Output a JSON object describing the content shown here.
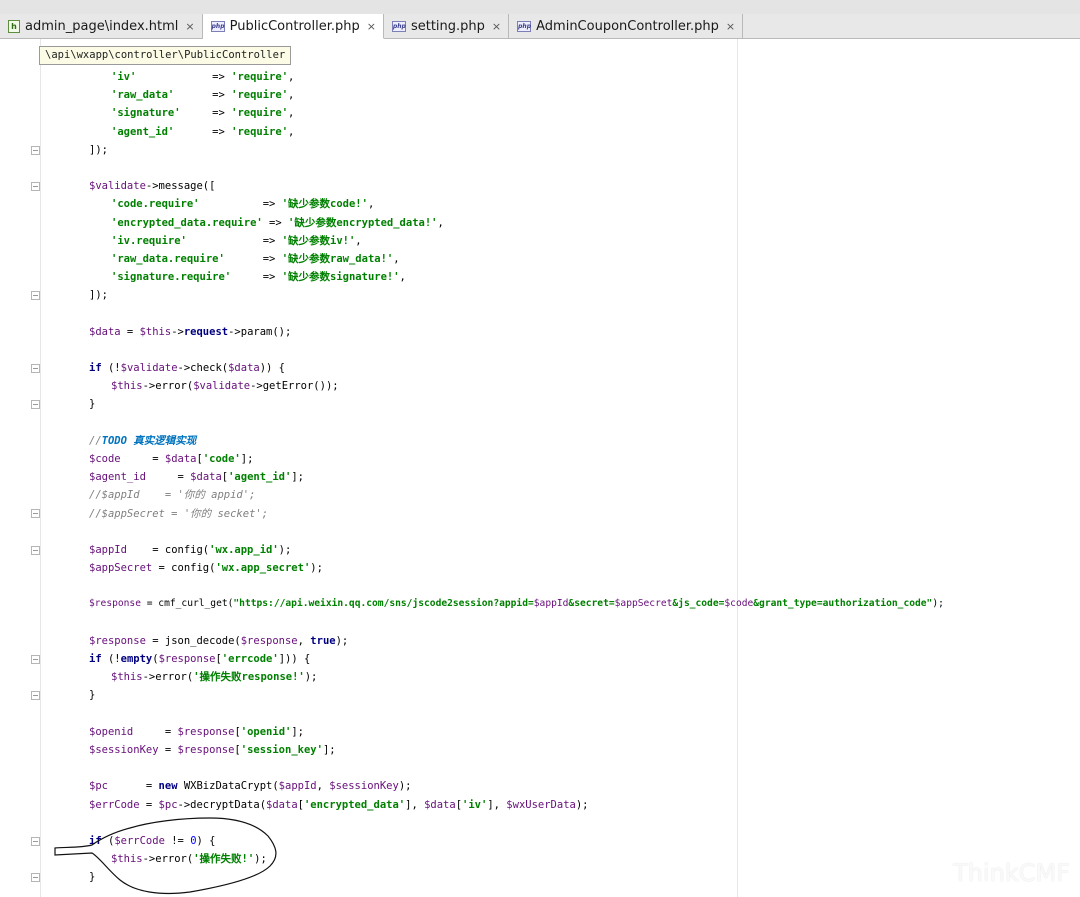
{
  "tabs": [
    {
      "label": "admin_page\\index.html",
      "icon": "html-file-icon",
      "active": false
    },
    {
      "label": "PublicController.php",
      "icon": "php-file-icon",
      "active": true
    },
    {
      "label": "setting.php",
      "icon": "php-file-icon",
      "active": false
    },
    {
      "label": "AdminCouponController.php",
      "icon": "php-file-icon",
      "active": false
    }
  ],
  "tab_close_glyph": "×",
  "php_icon_text": "php",
  "html_icon_text": "h",
  "tooltip": "\\api\\wxapp\\controller\\PublicController",
  "code": {
    "l01_key": "'iv'",
    "l01_arrow": "            => ",
    "l01_val": "'require'",
    "l01_end": ",",
    "l02_key": "'raw_data'",
    "l02_arrow": "      => ",
    "l02_val": "'require'",
    "l02_end": ",",
    "l03_key": "'signature'",
    "l03_arrow": "     => ",
    "l03_val": "'require'",
    "l03_end": ",",
    "l04_key": "'agent_id'",
    "l04_arrow": "      => ",
    "l04_val": "'require'",
    "l04_end": ",",
    "l05": "]);",
    "l07_var": "$validate",
    "l07_rest": "->message([",
    "l08_key": "'code.require'",
    "l08_arrow": "          => ",
    "l08_val": "'缺少参数code!'",
    "l08_end": ",",
    "l09_key": "'encrypted_data.require'",
    "l09_arrow": " => ",
    "l09_val": "'缺少参数encrypted_data!'",
    "l09_end": ",",
    "l10_key": "'iv.require'",
    "l10_arrow": "            => ",
    "l10_val": "'缺少参数iv!'",
    "l10_end": ",",
    "l11_key": "'raw_data.require'",
    "l11_arrow": "      => ",
    "l11_val": "'缺少参数raw_data!'",
    "l11_end": ",",
    "l12_key": "'signature.require'",
    "l12_arrow": "     => ",
    "l12_val": "'缺少参数signature!'",
    "l12_end": ",",
    "l13": "]);",
    "l15_var": "$data",
    "l15_eq": " = ",
    "l15_this": "$this",
    "l15_arrow": "->",
    "l15_req": "request",
    "l15_rest": "->param();",
    "l17_kw": "if",
    "l17_a": " (!",
    "l17_var": "$validate",
    "l17_b": "->check(",
    "l17_var2": "$data",
    "l17_c": ")) {",
    "l18_this": "$this",
    "l18_a": "->error(",
    "l18_var": "$validate",
    "l18_b": "->getError());",
    "l19": "}",
    "l21_cmt": "//",
    "l21_todo": "TODO 真实逻辑实现",
    "l22_var": "$code",
    "l22_eq": "     = ",
    "l22_var2": "$data",
    "l22_a": "[",
    "l22_str": "'code'",
    "l22_b": "];",
    "l23_var": "$agent_id",
    "l23_eq": "     = ",
    "l23_var2": "$data",
    "l23_a": "[",
    "l23_str": "'agent_id'",
    "l23_b": "];",
    "l24_cmt": "//$appId    = '你的 appid';",
    "l25_cmt": "//$appSecret = '你的 secket';",
    "l27_var": "$appId",
    "l27_eq": "    = config(",
    "l27_str": "'wx.app_id'",
    "l27_b": ");",
    "l28_var": "$appSecret",
    "l28_eq": " = config(",
    "l28_str": "'wx.app_secret'",
    "l28_b": ");",
    "l30_var": "$response",
    "l30_eq": " = cmf_curl_get(",
    "l30_s1": "\"https://api.weixin.qq.com/sns/jscode2session?appid=",
    "l30_v1": "$appId",
    "l30_s2": "&secret=",
    "l30_v2": "$appSecret",
    "l30_s3": "&js_code=",
    "l30_v3": "$code",
    "l30_s4": "&grant_type=authorization_code\"",
    "l30_b": ");",
    "l32_var": "$response",
    "l32_eq": " = json_decode(",
    "l32_var2": "$response",
    "l32_c": ", ",
    "l32_kw": "true",
    "l32_b": ");",
    "l33_kw": "if",
    "l33_a": " (!",
    "l33_kw2": "empty",
    "l33_b": "(",
    "l33_var": "$response",
    "l33_c": "[",
    "l33_str": "'errcode'",
    "l33_d": "])) {",
    "l34_this": "$this",
    "l34_a": "->error(",
    "l34_str": "'操作失败response!'",
    "l34_b": ");",
    "l35": "}",
    "l37_var": "$openid",
    "l37_eq": "     = ",
    "l37_var2": "$response",
    "l37_a": "[",
    "l37_str": "'openid'",
    "l37_b": "];",
    "l38_var": "$sessionKey",
    "l38_eq": " = ",
    "l38_var2": "$response",
    "l38_a": "[",
    "l38_str": "'session_key'",
    "l38_b": "];",
    "l40_var": "$pc",
    "l40_eq": "      = ",
    "l40_kw": "new",
    "l40_a": " WXBizDataCrypt(",
    "l40_var2": "$appId",
    "l40_c": ", ",
    "l40_var3": "$sessionKey",
    "l40_b": ");",
    "l41_var": "$errCode",
    "l41_eq": " = ",
    "l41_var2": "$pc",
    "l41_a": "->decryptData(",
    "l41_var3": "$data",
    "l41_b": "[",
    "l41_str": "'encrypted_data'",
    "l41_c": "], ",
    "l41_var4": "$data",
    "l41_d": "[",
    "l41_str2": "'iv'",
    "l41_e": "], ",
    "l41_var5": "$wxUserData",
    "l41_f": ");",
    "l43_kw": "if",
    "l43_a": " (",
    "l43_var": "$errCode",
    "l43_b": " != ",
    "l43_num": "0",
    "l43_c": ") {",
    "l44_this": "$this",
    "l44_a": "->error(",
    "l44_str": "'操作失败!'",
    "l44_b": ");",
    "l45": "}"
  },
  "watermark": "ThinkCMF"
}
